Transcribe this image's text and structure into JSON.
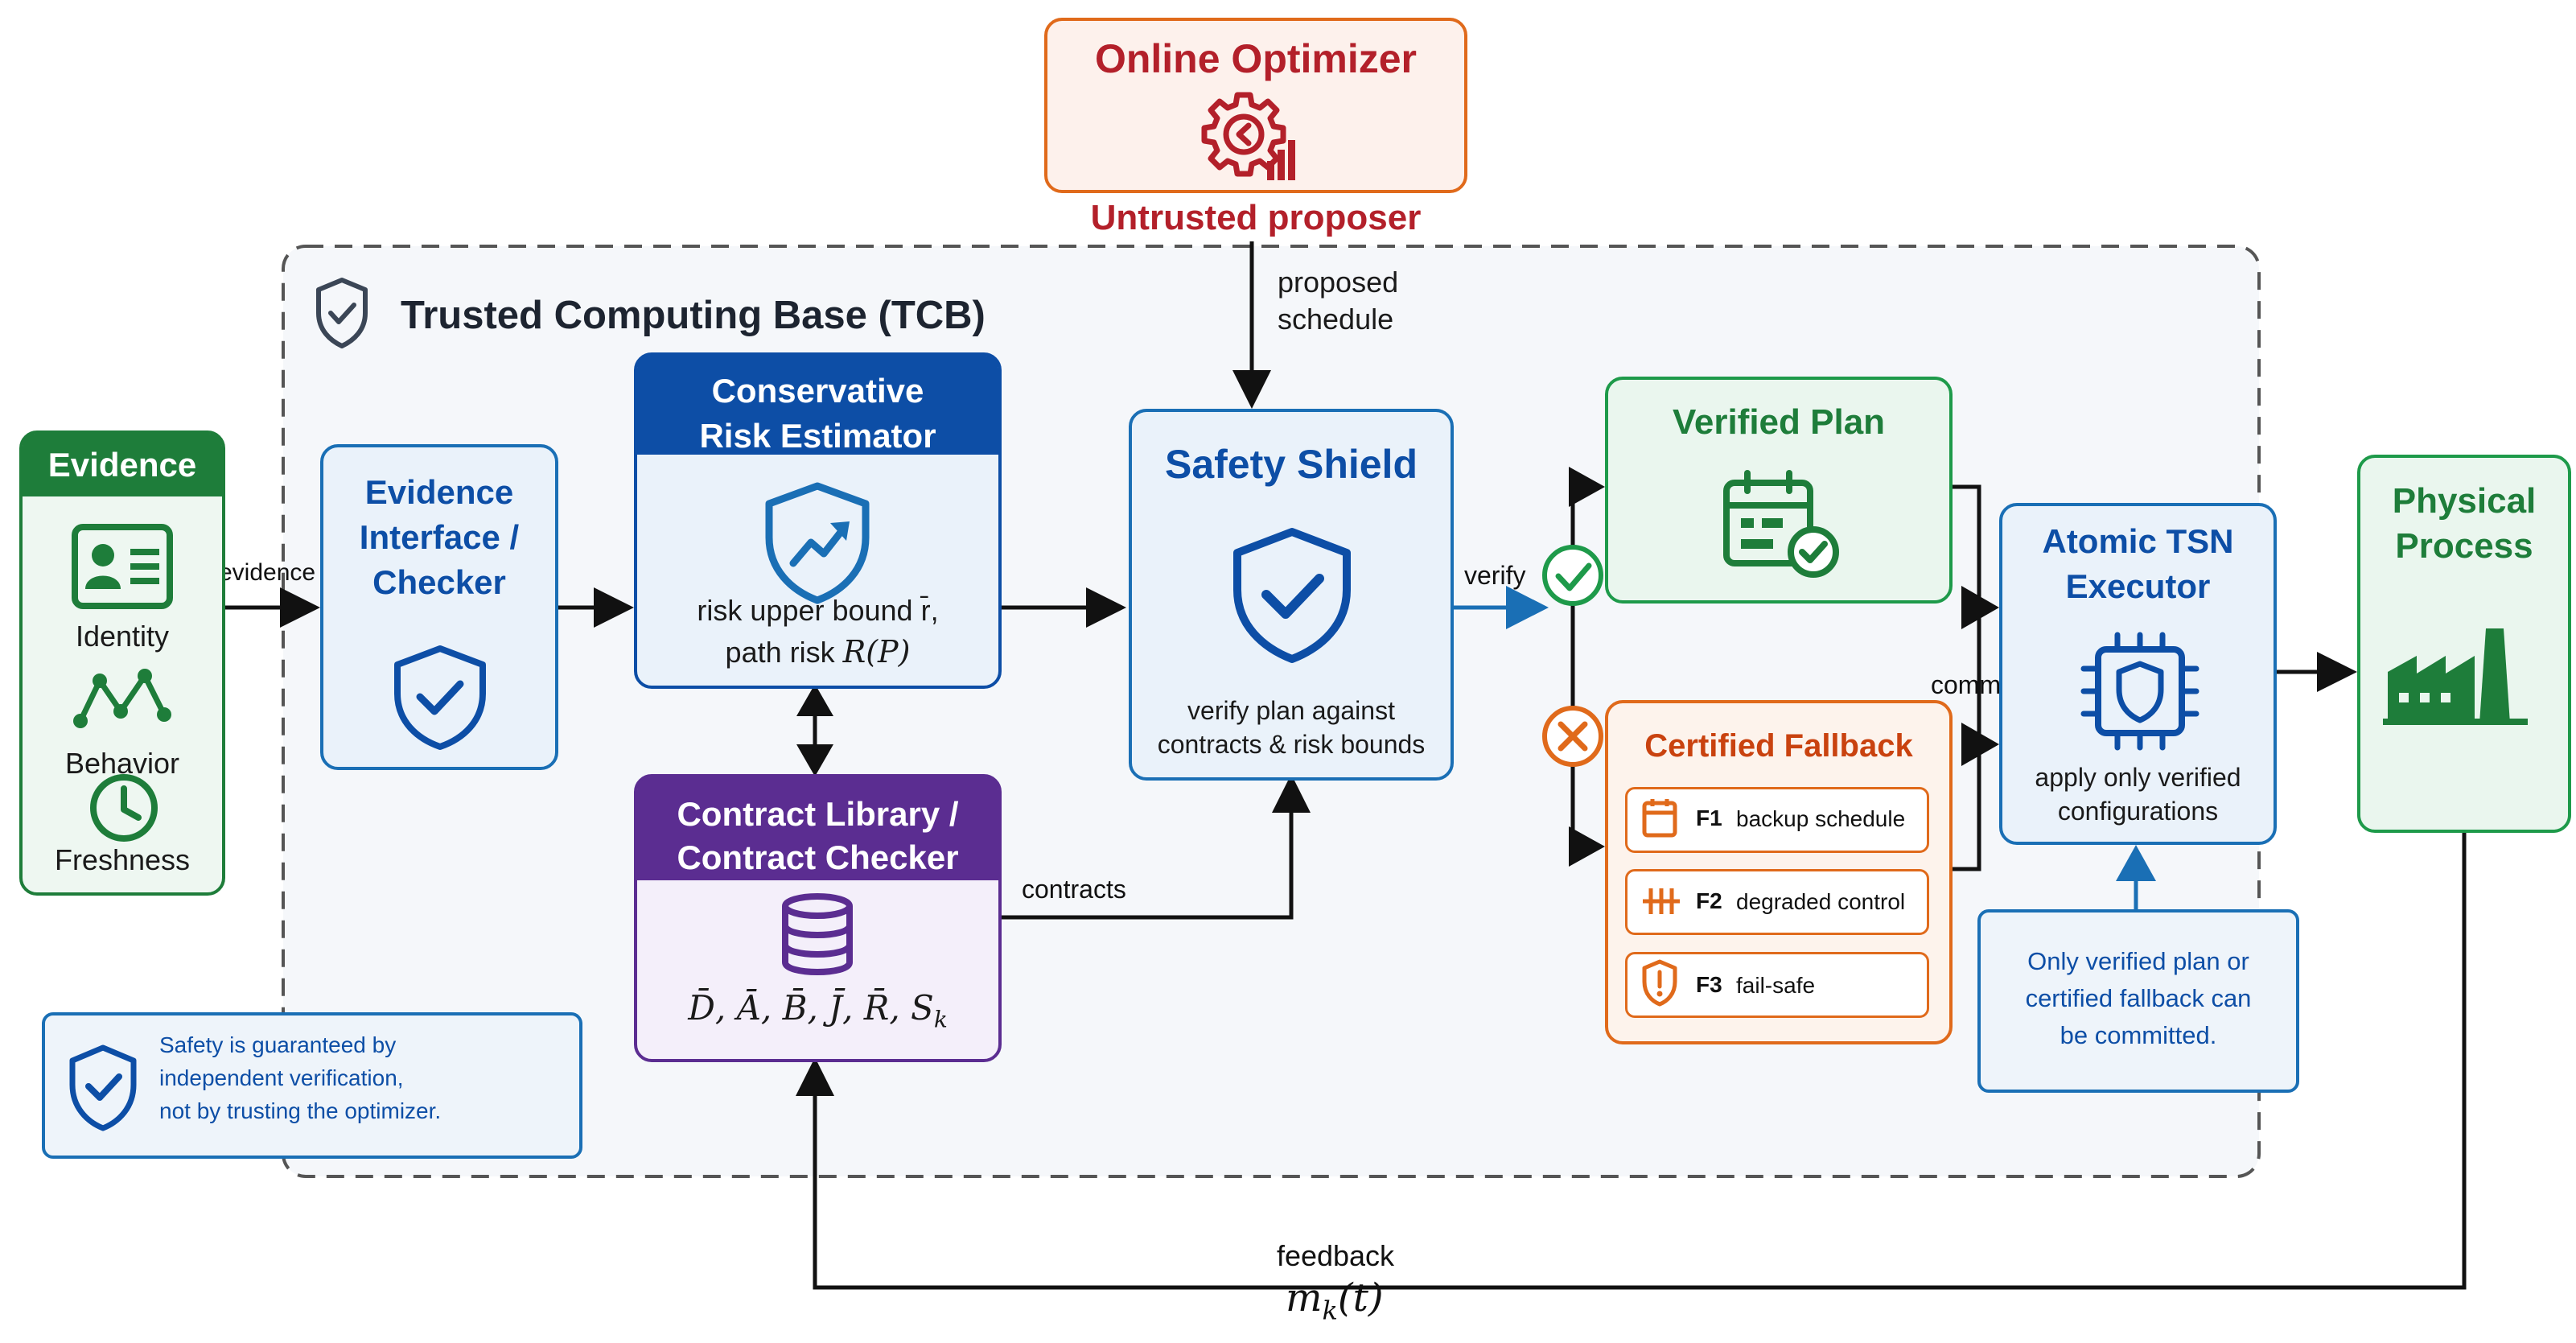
{
  "optimizer": {
    "title": "Online Optimizer",
    "subtitle": "Untrusted proposer"
  },
  "tcb": {
    "title": "Trusted Computing Base (TCB)"
  },
  "evidence": {
    "title": "Evidence",
    "items": [
      "Identity",
      "Behavior",
      "Freshness"
    ]
  },
  "evidence_checker": {
    "title": "Evidence\nInterface /\nChecker"
  },
  "risk_estimator": {
    "title": "Conservative\nRisk Estimator",
    "line1": "risk upper bound r̄,",
    "line2_prefix": "path risk ",
    "line2_math": "R(P)"
  },
  "contract_library": {
    "title": "Contract Library /\nContract Checker",
    "symbols": "D̄, Ā, B̄, J̄, R̄, S",
    "symbols_sub": "k"
  },
  "safety_shield": {
    "title": "Safety Shield",
    "desc": "verify plan against\ncontracts & risk bounds"
  },
  "verified_plan": {
    "title": "Verified Plan"
  },
  "fallback": {
    "title": "Certified Fallback",
    "items": [
      {
        "code": "F1",
        "label": "backup schedule"
      },
      {
        "code": "F2",
        "label": "degraded control"
      },
      {
        "code": "F3",
        "label": "fail-safe"
      }
    ]
  },
  "executor": {
    "title": "Atomic TSN\nExecutor",
    "desc": "apply only verified\nconfigurations"
  },
  "physical": {
    "title": "Physical\nProcess"
  },
  "note_left": {
    "text": "Safety is guaranteed by\nindependent verification,\nnot by trusting the optimizer."
  },
  "note_right": {
    "text": "Only verified plan or\ncertified fallback can\nbe committed."
  },
  "edges": {
    "evidence": "evidence",
    "proposed": "proposed\nschedule",
    "verify": "verify",
    "commit": "commit",
    "contracts": "contracts",
    "feedback": "feedback",
    "feedback_math": "m",
    "feedback_sub": "k",
    "feedback_tail": "(t)"
  },
  "colors": {
    "green": "#1e7d3a",
    "blue": "#0d4ea6",
    "purple": "#5b2d91",
    "orange": "#e06a1b",
    "red": "#b3202a",
    "edge_blue": "#1a6fb5"
  }
}
